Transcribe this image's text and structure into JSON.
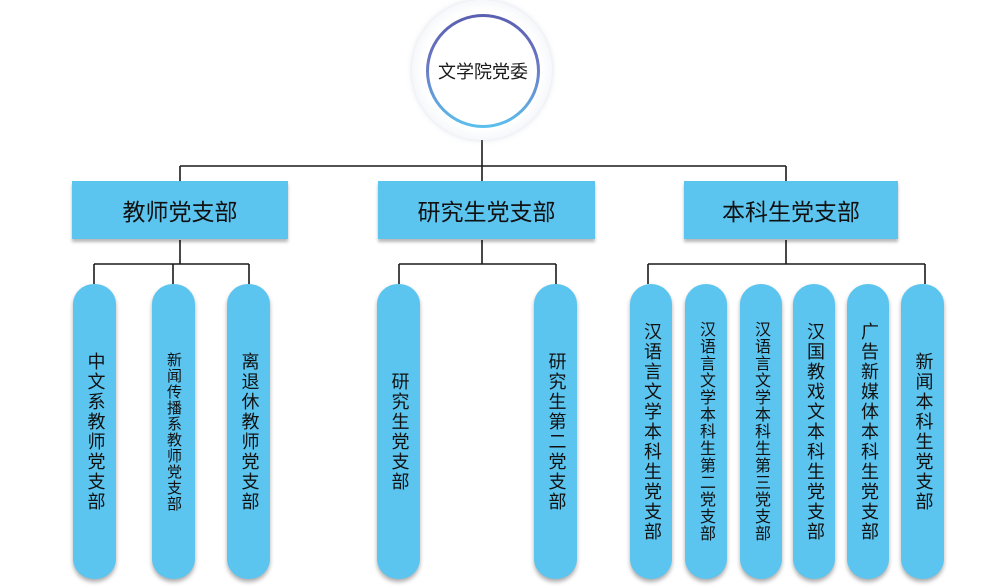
{
  "root": {
    "label": "文学院党委"
  },
  "branches": [
    {
      "label": "教师党支部",
      "children": [
        "中文系教师党支部",
        "新闻传播系教师党支部",
        "离退休教师党支部"
      ]
    },
    {
      "label": "研究生党支部",
      "children": [
        "研究生党支部",
        "研究生第二党支部"
      ]
    },
    {
      "label": "本科生党支部",
      "children": [
        "汉语言文学本科生党支部",
        "汉语言文学本科生第二党支部",
        "汉语言文学本科生第三党支部",
        "汉国教戏文本科生党支部",
        "广告新媒体本科生党支部",
        "新闻本科生党支部"
      ]
    }
  ],
  "colors": {
    "box_fill": "#5bc4ef",
    "connector": "#1a1a1a",
    "ring_top": "#5a5fb0",
    "ring_bottom": "#5bc0ee"
  }
}
